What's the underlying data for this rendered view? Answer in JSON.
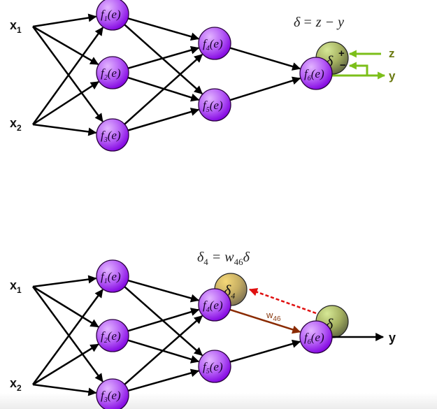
{
  "colors": {
    "neuron_fill_light": "#d79cff",
    "neuron_fill_dark": "#8a00e6",
    "neuron_stroke": "#2a0040",
    "error_node_light": "#cfe28a",
    "error_node_dark": "#6d7040",
    "delta4_light": "#f0d070",
    "delta4_dark": "#8a7a50",
    "green_arrow": "#7cbf1a",
    "green_label": "#6b7a12",
    "weight_arrow": "#8a2a00",
    "backprop_dashed": "#e01010",
    "edge": "#000000"
  },
  "top_diagram": {
    "formula": {
      "lhs": "δ",
      "rhs": "= z − y"
    },
    "inputs": [
      {
        "name": "x",
        "sub": "1"
      },
      {
        "name": "x",
        "sub": "2"
      }
    ],
    "neurons": [
      {
        "id": "f1",
        "fn": "f",
        "sub": "1",
        "arg": "(e)"
      },
      {
        "id": "f2",
        "fn": "f",
        "sub": "2",
        "arg": "(e)"
      },
      {
        "id": "f3",
        "fn": "f",
        "sub": "3",
        "arg": "(e)"
      },
      {
        "id": "f4",
        "fn": "f",
        "sub": "4",
        "arg": "(e)"
      },
      {
        "id": "f5",
        "fn": "f",
        "sub": "5",
        "arg": "(e)"
      },
      {
        "id": "f6",
        "fn": "f",
        "sub": "6",
        "arg": "(e)"
      }
    ],
    "error_node": {
      "symbol": "δ",
      "plus": "+",
      "minus": "−"
    },
    "target_label": "z",
    "output_label": "y"
  },
  "bottom_diagram": {
    "formula": {
      "lhs": "δ",
      "lhs_sub": "4",
      "eq": " = ",
      "w": "w",
      "w_sub": "46",
      "rhs": "δ"
    },
    "inputs": [
      {
        "name": "x",
        "sub": "1"
      },
      {
        "name": "x",
        "sub": "2"
      }
    ],
    "neurons": [
      {
        "id": "f1",
        "fn": "f",
        "sub": "1",
        "arg": "(e)"
      },
      {
        "id": "f2",
        "fn": "f",
        "sub": "2",
        "arg": "(e)"
      },
      {
        "id": "f3",
        "fn": "f",
        "sub": "3",
        "arg": "(e)"
      },
      {
        "id": "f4",
        "fn": "f",
        "sub": "4",
        "arg": "(e)"
      },
      {
        "id": "f5",
        "fn": "f",
        "sub": "5",
        "arg": "(e)"
      },
      {
        "id": "f6",
        "fn": "f",
        "sub": "6",
        "arg": "(e)"
      }
    ],
    "delta4_node": {
      "symbol": "δ",
      "sub": "4"
    },
    "delta_node": {
      "symbol": "δ"
    },
    "weight_label": {
      "w": "w",
      "sub": "46"
    },
    "output_label": "y"
  },
  "edges": [
    [
      "x1",
      "f1"
    ],
    [
      "x1",
      "f2"
    ],
    [
      "x1",
      "f3"
    ],
    [
      "x2",
      "f1"
    ],
    [
      "x2",
      "f2"
    ],
    [
      "x2",
      "f3"
    ],
    [
      "f1",
      "f4"
    ],
    [
      "f1",
      "f5"
    ],
    [
      "f2",
      "f4"
    ],
    [
      "f2",
      "f5"
    ],
    [
      "f3",
      "f4"
    ],
    [
      "f3",
      "f5"
    ],
    [
      "f4",
      "f6"
    ],
    [
      "f5",
      "f6"
    ]
  ]
}
